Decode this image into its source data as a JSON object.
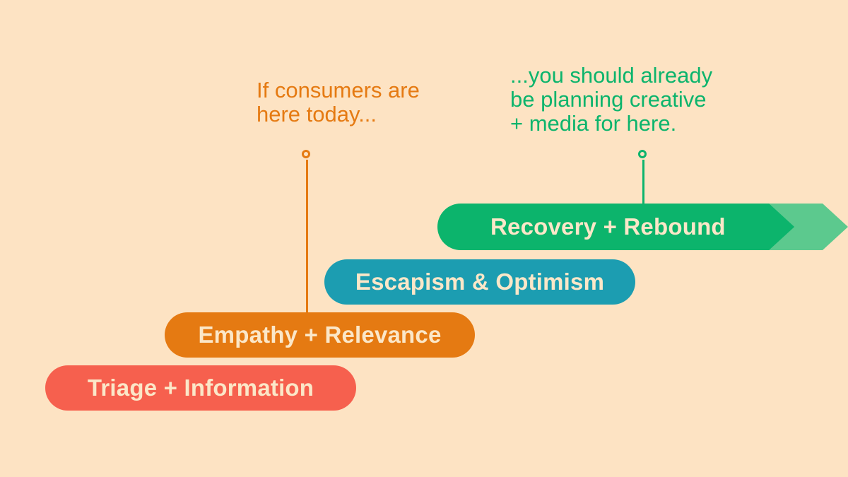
{
  "colors": {
    "background": "#fde3c3",
    "triage": "#f6604e",
    "empathy": "#e57a12",
    "escapism": "#1c9db1",
    "recovery": "#0cb46c",
    "arrow_tip": "#5cc98e",
    "pill_text": "#fbe7c8"
  },
  "stages": [
    {
      "label": "Triage + Information"
    },
    {
      "label": "Empathy + Relevance"
    },
    {
      "label": "Escapism & Optimism"
    },
    {
      "label": "Recovery + Rebound"
    }
  ],
  "callouts": {
    "current": {
      "lines": [
        "If consumers are",
        "here today..."
      ]
    },
    "future": {
      "lines": [
        "...you should already",
        "be planning creative",
        "+ media for here."
      ]
    }
  }
}
